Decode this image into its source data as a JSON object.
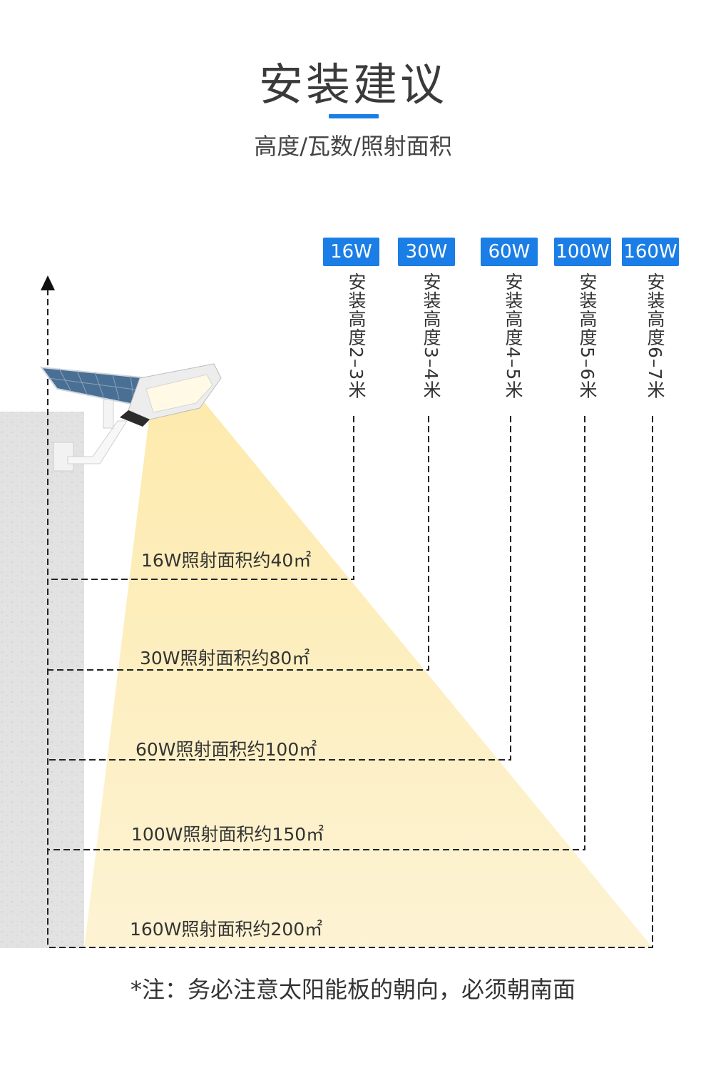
{
  "header": {
    "title": "安装建议",
    "subtitle": "高度/瓦数/照射面积"
  },
  "options": [
    {
      "watt": "16W",
      "height": "安装高度2–3米",
      "area": "16W照射面积约40㎡"
    },
    {
      "watt": "30W",
      "height": "安装高度3–4米",
      "area": "30W照射面积约80㎡"
    },
    {
      "watt": "60W",
      "height": "安装高度4–5米",
      "area": "60W照射面积约100㎡"
    },
    {
      "watt": "100W",
      "height": "安装高度5–6米",
      "area": "100W照射面积约150㎡"
    },
    {
      "watt": "160W",
      "height": "安装高度6–7米",
      "area": "160W照射面积约200㎡"
    }
  ],
  "note": "*注：务必注意太阳能板的朝向，必须朝南面",
  "colors": {
    "accent": "#1a7ee6",
    "light_beam": "#fbe9b0",
    "wall": "#e3e3e3"
  },
  "icons": {
    "lamp": "solar-street-light-icon",
    "arrow": "arrow-up-icon"
  }
}
